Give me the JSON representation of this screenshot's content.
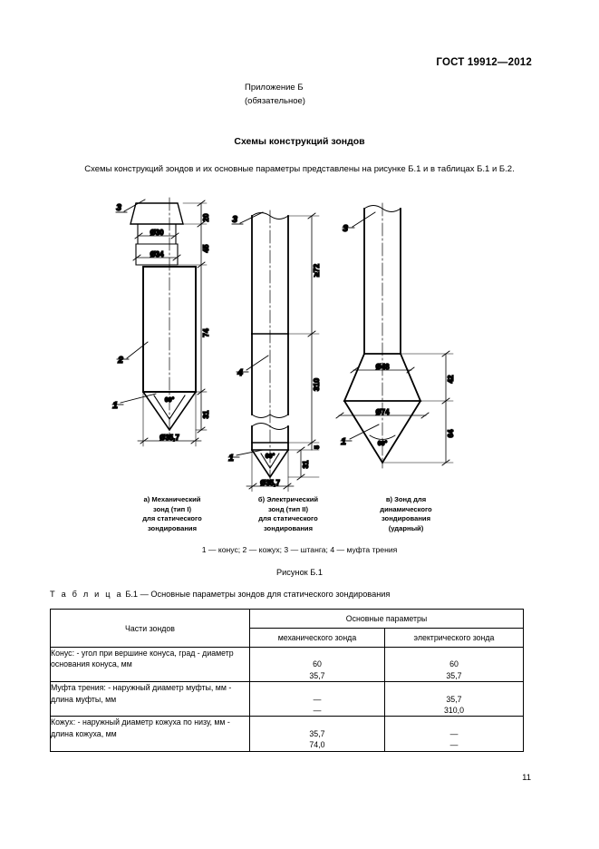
{
  "document": {
    "standard_header": "ГОСТ 19912—2012",
    "annex_title": "Приложение Б",
    "annex_subtitle": "(обязательное)",
    "section_title": "Схемы конструкций зондов",
    "intro_text": "Схемы конструкций зондов и их основные параметры представлены на рисунке Б.1 и в таблицах Б.1 и Б.2.",
    "page_number": "11"
  },
  "figure": {
    "number": "Рисунок Б.1",
    "legend": "1 — конус; 2 — кожух; 3 — штанга; 4 — муфта трения",
    "captions": [
      {
        "id": "a",
        "line1": "а) Механический",
        "line2": "зонд (тип I)",
        "line3": "для статического",
        "line4": "зондирования"
      },
      {
        "id": "b",
        "line1": "б) Электрический",
        "line2": "зонд (тип II)",
        "line3": "для статического",
        "line4": "зондирования"
      },
      {
        "id": "c",
        "line1": "в) Зонд для",
        "line2": "динамического",
        "line3": "зондирования",
        "line4": "(ударный)"
      }
    ],
    "diagram_a": {
      "callout_3": "3",
      "callout_2": "2",
      "callout_1": "1",
      "dim_20": "20",
      "dim_45": "45",
      "dim_74": "74",
      "dim_31": "31",
      "diam_30": "Ø30",
      "diam_34": "Ø34",
      "diam_357": "Ø35,7",
      "angle_60": "60°"
    },
    "diagram_b": {
      "callout_3": "3",
      "callout_4": "4",
      "callout_1": "1",
      "dim_72": "≥72",
      "dim_310": "310",
      "dim_5": "5",
      "dim_31": "31",
      "diam_357": "Ø35,7",
      "angle_60": "60°"
    },
    "diagram_c": {
      "callout_3": "3",
      "callout_1": "1",
      "dim_42": "42",
      "dim_64": "64",
      "diam_48": "Ø48",
      "diam_74": "Ø74",
      "angle_60": "60°"
    }
  },
  "table": {
    "caption_label": "Т а б л и ц а",
    "caption_number": "Б.1",
    "caption_text": "— Основные параметры зондов для статического зондирования",
    "header_parts": "Части зондов",
    "header_main": "Основные параметры",
    "header_mech": "механического зонда",
    "header_elec": "электрического зонда",
    "rows": [
      {
        "group": "Конус:\n- угол при вершине конуса, град\n- диаметр основания конуса, мм",
        "mech": "\n60\n35,7",
        "elec": "\n60\n35,7"
      },
      {
        "group": "Муфта трения:\n- наружный диаметр муфты, мм\n- длина муфты, мм",
        "mech": "\n—\n—",
        "elec": "\n35,7\n310,0"
      },
      {
        "group": "Кожух:\n- наружный диаметр кожуха по низу, мм\n- длина кожуха, мм",
        "mech": "\n35,7\n74,0",
        "elec": "\n—\n—"
      }
    ]
  }
}
